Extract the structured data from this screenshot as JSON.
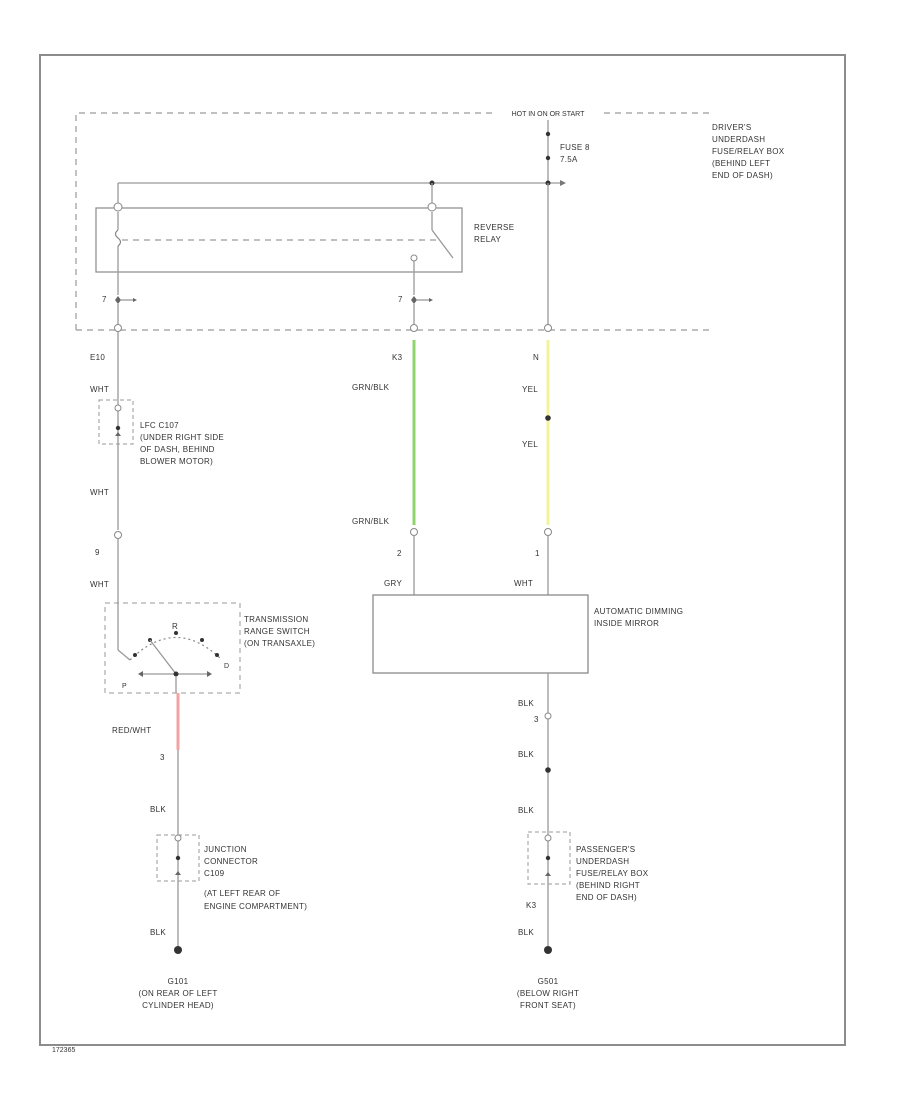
{
  "diagram_code": "172365",
  "fuse_box_top": {
    "header": "HOT IN ON OR START",
    "fuse": [
      "FUSE 8",
      "7.5A"
    ],
    "box_label": [
      "DRIVER'S",
      "UNDERDASH",
      "FUSE/RELAY BOX",
      "(BEHIND LEFT",
      "END OF DASH)"
    ]
  },
  "reverse_relay": [
    "REVERSE",
    "RELAY"
  ],
  "pins": {
    "left_top": "7",
    "mid_top": "7",
    "left_conn": "E10",
    "mid_conn": "K3",
    "right_conn": "N",
    "trans_pin": "9",
    "trans_out_pin": "3",
    "mirror_pin_2": "2",
    "mirror_pin_1": "1",
    "mirror_gnd_pin": "3",
    "right_lower_pin": "K3"
  },
  "wires": {
    "left_wht_1": "WHT",
    "left_wht_2": "WHT",
    "left_wht_3": "WHT",
    "mid_grn_1": "GRN/BLK",
    "mid_grn_2": "GRN/BLK",
    "mid_gry": "GRY",
    "right_yel_1": "YEL",
    "right_yel_2": "YEL",
    "right_wht": "WHT",
    "trans_out": "RED/WHT",
    "left_blk_1": "BLK",
    "left_blk_2": "BLK",
    "right_blk_1": "BLK",
    "right_blk_2": "BLK",
    "right_blk_3": "BLK",
    "right_blk_4": "BLK"
  },
  "connectors": {
    "c107": [
      "LFC C107",
      "(UNDER RIGHT SIDE",
      "OF DASH, BEHIND",
      "BLOWER MOTOR)"
    ],
    "transmission": [
      "TRANSMISSION",
      "RANGE SWITCH",
      "(ON TRANSAXLE)"
    ],
    "trans_pos": "R",
    "trans_side_l": "P",
    "trans_side_r": "D",
    "junction": [
      "JUNCTION",
      "CONNECTOR",
      "C109",
      "(AT LEFT REAR OF",
      "ENGINE COMPARTMENT)"
    ],
    "pass_box": [
      "PASSENGER'S",
      "UNDERDASH",
      "FUSE/RELAY BOX",
      "(BEHIND RIGHT",
      "END OF DASH)"
    ]
  },
  "mirror": [
    "AUTOMATIC DIMMING",
    "INSIDE MIRROR"
  ],
  "grounds": {
    "left": [
      "G101",
      "(ON REAR OF LEFT",
      "CYLINDER HEAD)"
    ],
    "right": [
      "G501",
      "(BELOW RIGHT",
      "FRONT SEAT)"
    ]
  },
  "colors": {
    "green_wire": "#8fd46f",
    "yellow_wire": "#f3f39a",
    "red_wire": "#f2a3a3"
  }
}
